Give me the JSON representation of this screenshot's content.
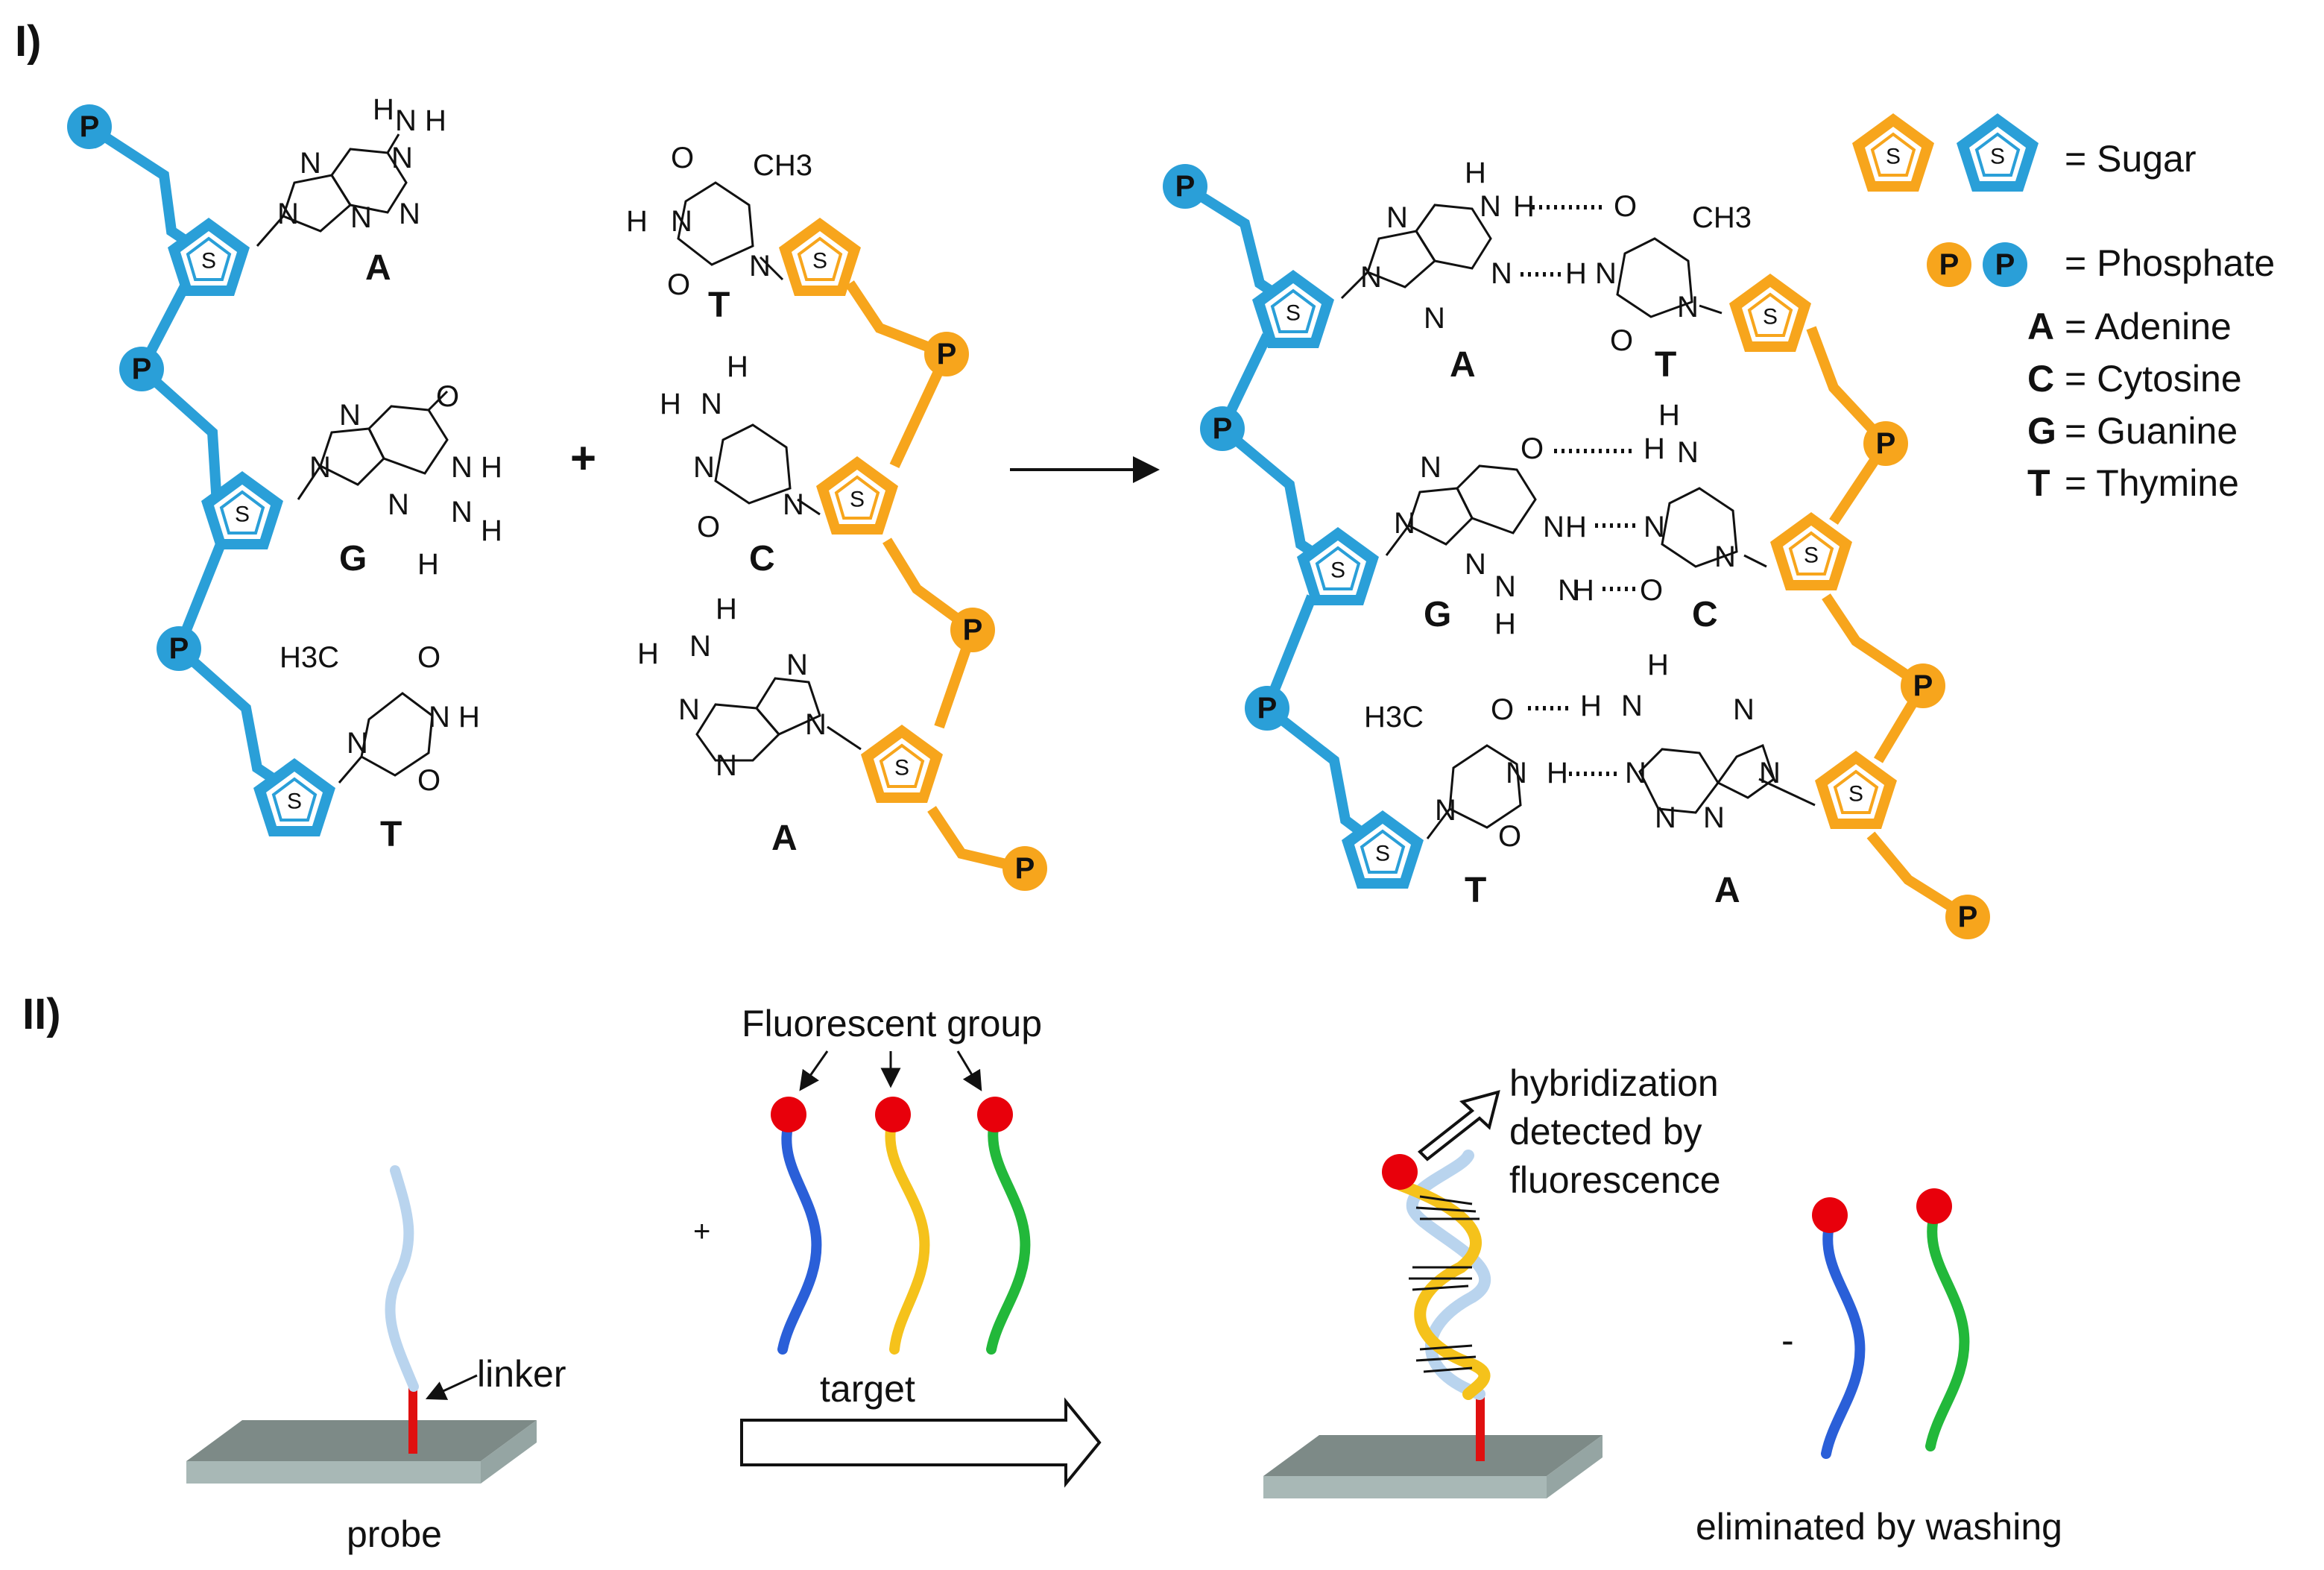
{
  "colors": {
    "strand1": "#2a9fd8",
    "strand2": "#f7a51c",
    "dot": "#e8000b",
    "linker": "#e01010",
    "slab": "#7d8a87",
    "slab_side": "#a8b8b6"
  },
  "icons": [
    "phosphate-circle-icon",
    "sugar-pentagon-icon",
    "arrow-icon",
    "slab-surface-icon",
    "dna-strand-icon",
    "double-helix-icon"
  ],
  "panel1": {
    "label": "I)",
    "phosphate": "P",
    "sugar": "S",
    "plus": "+",
    "strand1_bases": [
      "A",
      "G",
      "T"
    ],
    "strand2_bases": [
      "T",
      "C",
      "A"
    ],
    "duplex_pairs": [
      {
        "left": "A",
        "right": "T"
      },
      {
        "left": "G",
        "right": "C"
      },
      {
        "left": "T",
        "right": "A"
      }
    ],
    "atoms": {
      "N": "N",
      "H": "H",
      "O": "O",
      "CH3": "CH3",
      "H3C": "H3C"
    }
  },
  "legend": {
    "sugar": "= Sugar",
    "phosphate": "= Phosphate",
    "bases": [
      {
        "letter": "A",
        "name": "= Adenine"
      },
      {
        "letter": "C",
        "name": "= Cytosine"
      },
      {
        "letter": "G",
        "name": "= Guanine"
      },
      {
        "letter": "T",
        "name": "= Thymine"
      }
    ]
  },
  "panel2": {
    "label": "II)",
    "fluorescent_group": "Fluorescent group",
    "linker": "linker",
    "probe": "probe",
    "plus": "+",
    "target": "target",
    "hybridization": [
      "hybridization",
      "detected by",
      "fluorescence"
    ],
    "minus": "-",
    "eliminated": "eliminated by washing"
  }
}
